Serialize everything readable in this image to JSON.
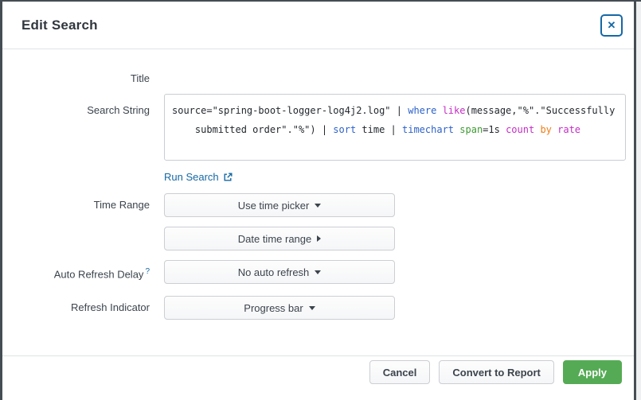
{
  "dialog": {
    "title": "Edit Search",
    "close_glyph": "✕"
  },
  "form": {
    "title_label": "Title",
    "title_value": "",
    "search_label": "Search String",
    "search_string_plain": "source=\"spring-boot-logger-log4j2.log\" | where like(message,\"%\".\"Successfully submitted order\".\"%\") | sort time | timechart span=1s count by rate",
    "search_tokens": [
      {
        "text": "source=\"spring-boot-logger-log4j2.log\" | ",
        "type": "default"
      },
      {
        "text": "where",
        "type": "command"
      },
      {
        "text": " ",
        "type": "default"
      },
      {
        "text": "like",
        "type": "function"
      },
      {
        "text": "(message,\"%\".\"Successfully\n    submitted order\".\"%\") | ",
        "type": "default"
      },
      {
        "text": "sort",
        "type": "command"
      },
      {
        "text": " time | ",
        "type": "default"
      },
      {
        "text": "timechart",
        "type": "command"
      },
      {
        "text": " ",
        "type": "default"
      },
      {
        "text": "span",
        "type": "param"
      },
      {
        "text": "=1s ",
        "type": "default"
      },
      {
        "text": "count",
        "type": "function"
      },
      {
        "text": " ",
        "type": "default"
      },
      {
        "text": "by",
        "type": "modifier"
      },
      {
        "text": " ",
        "type": "default"
      },
      {
        "text": "rate",
        "type": "function"
      }
    ],
    "run_search_label": "Run Search",
    "time_range_label": "Time Range",
    "time_picker_button": "Use time picker",
    "date_time_range_button": "Date time range",
    "auto_refresh_label": "Auto Refresh Delay",
    "auto_refresh_help": "?",
    "auto_refresh_button": "No auto refresh",
    "refresh_indicator_label": "Refresh Indicator",
    "refresh_indicator_button": "Progress bar"
  },
  "footer": {
    "cancel_label": "Cancel",
    "convert_label": "Convert to Report",
    "apply_label": "Apply"
  },
  "colors": {
    "accent_blue": "#1568a5",
    "border_dark": "#454c54",
    "apply_green": "#55ab55",
    "syntax": {
      "default": "#24292e",
      "command": "#2d61c8",
      "function": "#c42ec4",
      "param": "#3e9b33",
      "modifier": "#ee7f16"
    }
  }
}
